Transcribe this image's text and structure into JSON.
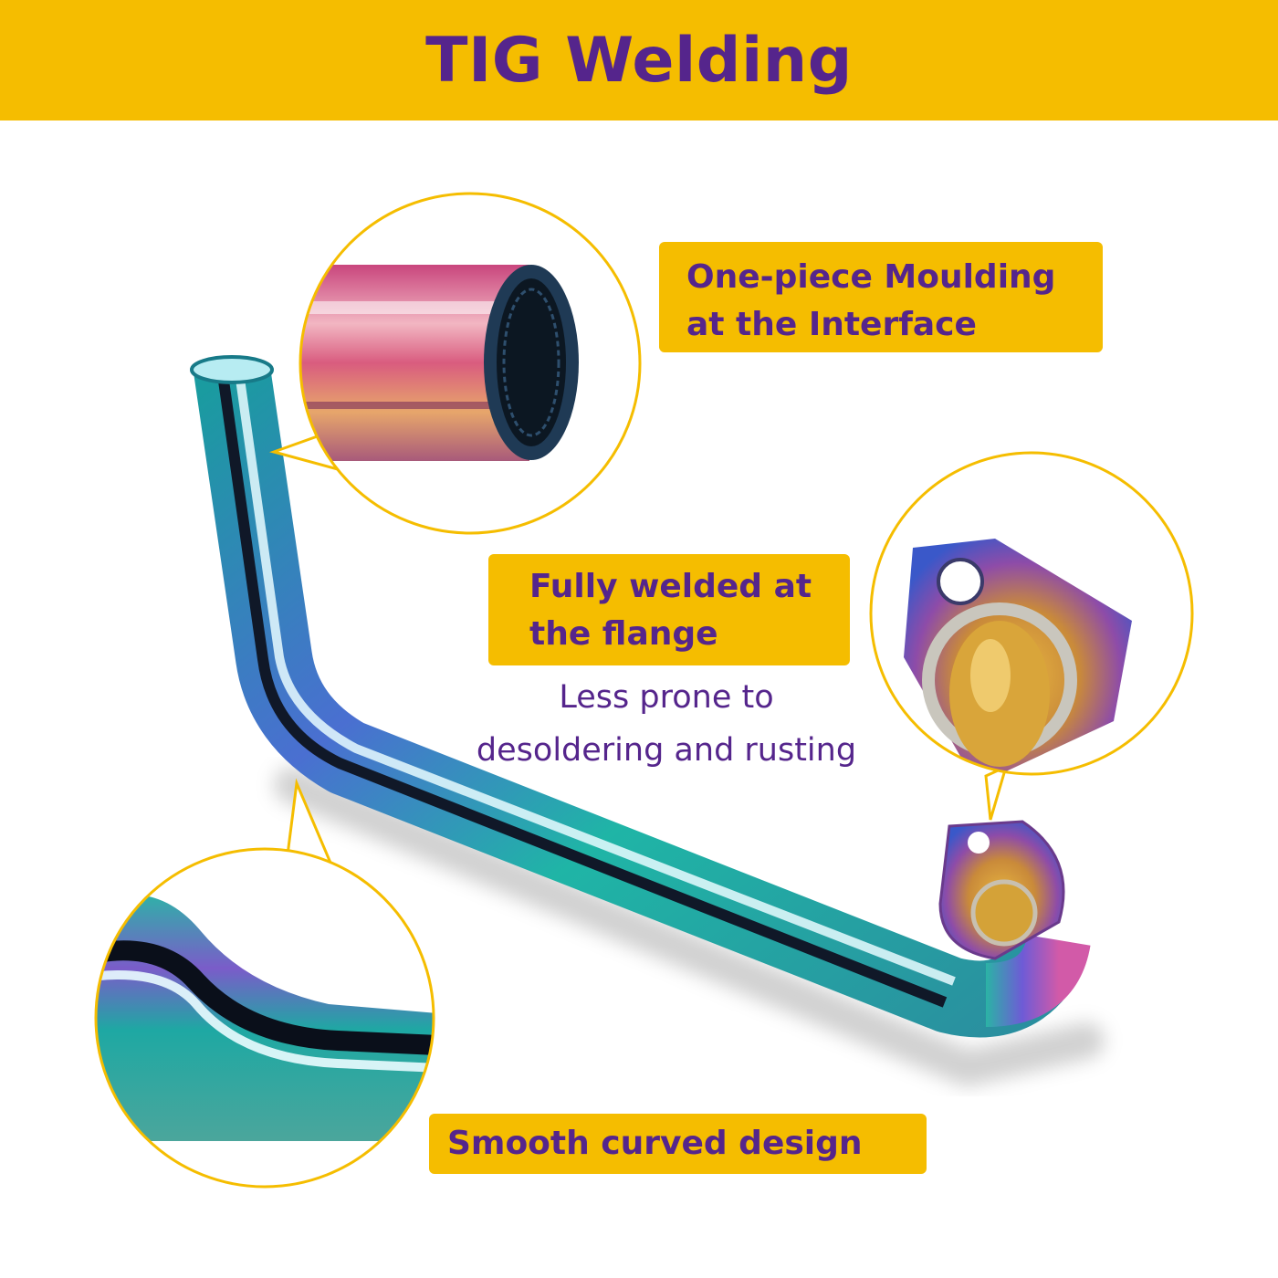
{
  "title": "TIG Welding",
  "callouts": {
    "interface": {
      "line1": "One-piece Moulding",
      "line2": "at the Interface"
    },
    "flange": {
      "line1": "Fully welded at",
      "line2": "the flange"
    },
    "flange_note": {
      "line1": "Less prone to",
      "line2": "desoldering and rusting"
    },
    "smooth": {
      "label": "Smooth curved design"
    }
  },
  "colors": {
    "banner": "#f5bd00",
    "text": "#55258c",
    "ring": "#f5bd00"
  }
}
